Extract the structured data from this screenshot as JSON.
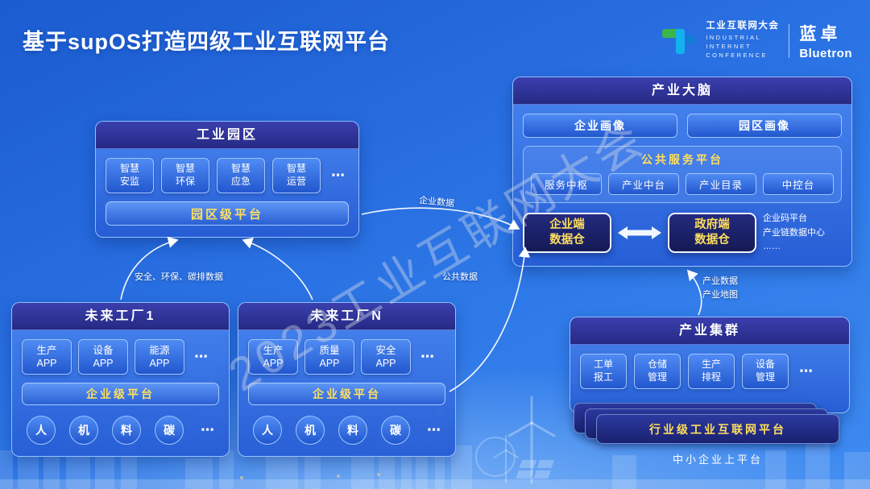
{
  "slide": {
    "title": "基于supOS打造四级工业互联网平台",
    "watermark": "2023工业互联网大会"
  },
  "header_logos": {
    "conference_cn": "工业互联网大会",
    "conference_en": [
      "INDUSTRIAL",
      "INTERNET",
      "CONFERENCE"
    ],
    "brand_cn": "蓝卓",
    "brand_en": "Bluetron"
  },
  "industrial_park": {
    "title": "工业园区",
    "apps": [
      "智慧\n安监",
      "智慧\n环保",
      "智慧\n应急",
      "智慧\n运营"
    ],
    "ellipsis": "⋯",
    "platform": "园区级平台"
  },
  "industry_brain": {
    "title": "产业大脑",
    "portraits": [
      "企业画像",
      "园区画像"
    ],
    "public_platform": {
      "title": "公共服务平台",
      "modules": [
        "服务中枢",
        "产业中台",
        "产业目录",
        "中控台"
      ]
    },
    "warehouses": [
      "企业端\n数据仓",
      "政府端\n数据仓"
    ],
    "side_note": "企业码平台\n产业链数据中心\n……"
  },
  "factory1": {
    "title": "未来工厂1",
    "apps": [
      "生产\nAPP",
      "设备\nAPP",
      "能源\nAPP"
    ],
    "ellipsis": "⋯",
    "platform": "企业级平台",
    "elements": [
      "人",
      "机",
      "料",
      "碳"
    ],
    "elements_ellipsis": "⋯"
  },
  "factoryN": {
    "title": "未来工厂N",
    "apps": [
      "生产\nAPP",
      "质量\nAPP",
      "安全\nAPP"
    ],
    "ellipsis": "⋯",
    "platform": "企业级平台",
    "elements": [
      "人",
      "机",
      "料",
      "碳"
    ],
    "elements_ellipsis": "⋯"
  },
  "industry_cluster": {
    "title": "产业集群",
    "apps": [
      "工单\n报工",
      "仓储\n管理",
      "生产\n排程",
      "设备\n管理"
    ],
    "ellipsis": "⋯",
    "platform": "行业级工业互联网平台",
    "caption": "中小企业上平台"
  },
  "flow_labels": {
    "enterprise_data": "企业数据",
    "safety_env_carbon": "安全、环保、碳排数据",
    "public_data": "公共数据",
    "industry_data": "产业数据\n产业地图"
  },
  "colors": {
    "background_blue": "#2e79e8",
    "header_navy": "#262a84",
    "chip_blue": "#2257ce",
    "accent_yellow": "#ffdf5e",
    "logo_green": "#3cb54b",
    "logo_cyan": "#14b1ef"
  }
}
